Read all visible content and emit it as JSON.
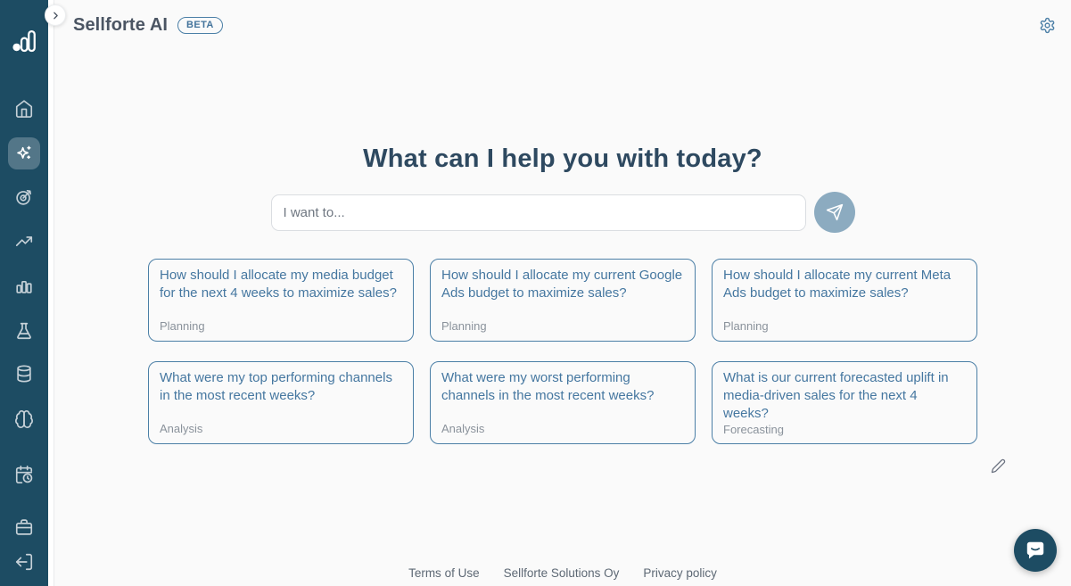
{
  "app": {
    "title": "Sellforte AI",
    "beta_badge": "BETA"
  },
  "sidebar": {
    "active_item": "ai-assistant",
    "items": [
      {
        "icon": "home-icon"
      },
      {
        "icon": "ai-sparkles-icon"
      },
      {
        "icon": "target-icon"
      },
      {
        "icon": "trending-up-icon"
      },
      {
        "icon": "bar-chart-icon"
      },
      {
        "icon": "flask-icon"
      },
      {
        "icon": "database-icon"
      },
      {
        "icon": "brain-icon"
      },
      {
        "icon": "calendar-clock-icon"
      },
      {
        "icon": "briefcase-icon"
      },
      {
        "icon": "logout-icon"
      }
    ]
  },
  "main": {
    "heading": "What can I help you with today?",
    "input": {
      "placeholder": "I want to..."
    },
    "suggestions": [
      {
        "question": "How should I allocate my media budget for the next 4 weeks to maximize sales?",
        "category": "Planning"
      },
      {
        "question": "How should I allocate my current Google Ads budget to maximize sales?",
        "category": "Planning"
      },
      {
        "question": "How should I allocate my current Meta Ads budget to maximize sales?",
        "category": "Planning"
      },
      {
        "question": "What were my top performing channels in the most recent weeks?",
        "category": "Analysis"
      },
      {
        "question": "What were my worst performing channels in the most recent weeks?",
        "category": "Analysis"
      },
      {
        "question": "What is our current forecasted uplift in media-driven sales for the next 4 weeks?",
        "category": "Forecasting"
      }
    ]
  },
  "footer": {
    "links": [
      "Terms of Use",
      "Sellforte Solutions Oy",
      "Privacy policy"
    ]
  },
  "colors": {
    "sidebar_bg": "#1D4C63",
    "accent_blue": "#4B7FA6",
    "card_text": "#4577A0",
    "send_button": "#8CABC0",
    "heading_text": "#2E4960",
    "main_bg": "#FAFAFA",
    "chat_fab_bg": "#1D4C63"
  }
}
